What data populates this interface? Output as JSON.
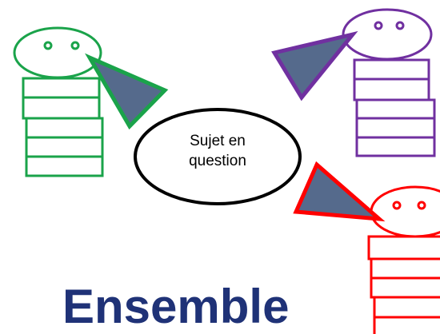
{
  "bubble": {
    "line1": "Sujet en",
    "line2": "question"
  },
  "title": "Ensemble",
  "colors": {
    "green": "#1aa34a",
    "purple": "#7030a0",
    "red": "#ff0000",
    "cone_fill": "#556a8c",
    "title": "#1f3277",
    "bubble_stroke": "#000000"
  },
  "figures": [
    {
      "name": "green-figure",
      "color": "green",
      "eye_color": "#1aa34a"
    },
    {
      "name": "purple-figure",
      "color": "purple",
      "eye_color": "#7030a0"
    },
    {
      "name": "red-figure",
      "color": "red",
      "eye_color": "#ff0000"
    }
  ]
}
